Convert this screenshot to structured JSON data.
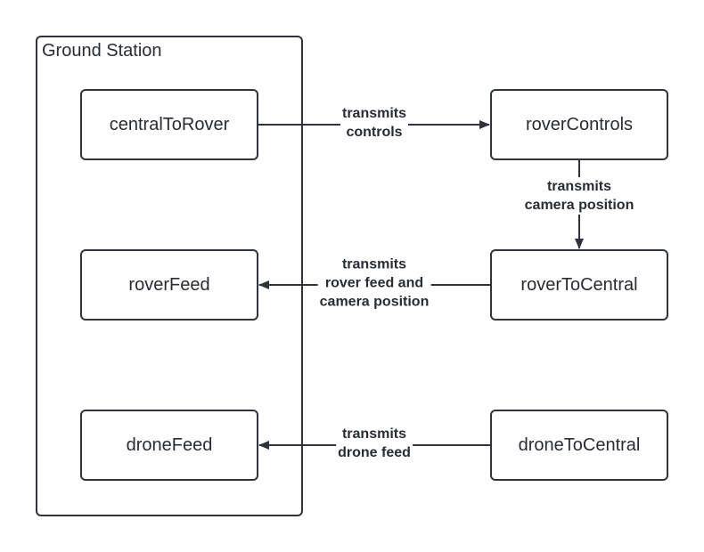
{
  "group": {
    "title": "Ground Station"
  },
  "nodes": {
    "central_to_rover": "centralToRover",
    "rover_feed": "roverFeed",
    "drone_feed": "droneFeed",
    "rover_controls": "roverControls",
    "rover_to_central": "roverToCentral",
    "drone_to_central": "droneToCentral"
  },
  "edges": {
    "controls": [
      "transmits",
      "controls"
    ],
    "camera_position": [
      "transmits",
      "camera position"
    ],
    "rover_feed": [
      "transmits",
      "rover feed and",
      "camera position"
    ],
    "drone_feed": [
      "transmits",
      "drone feed"
    ]
  },
  "colors": {
    "stroke": "#2f343c",
    "text": "#282c33",
    "background": "#ffffff"
  }
}
